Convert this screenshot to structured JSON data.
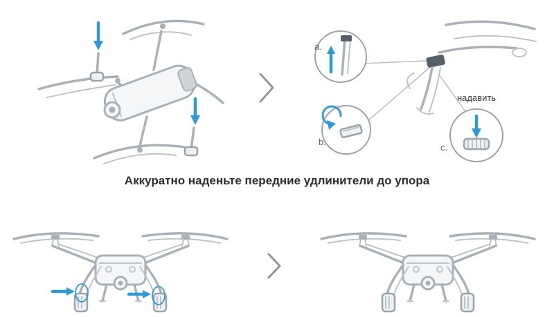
{
  "caption": "Аккуратно наденьте передние удлинители до упора",
  "callouts": {
    "a": "a.",
    "b": "b.",
    "c": "c.",
    "press_label": "надавить"
  },
  "figures": {
    "step1_before": "drone-perspective-attach-front-extensions",
    "step1_detail": "attachment-detail-callouts",
    "step2_before": "drone-front-view-attach-arrows",
    "step2_after": "drone-front-view-extensions-installed"
  },
  "icons": {
    "chevron": "chevron-right",
    "down_arrow": "blue-down-arrow",
    "rotate_arrow": "blue-rotate-arrow"
  },
  "colors": {
    "accent_blue": "#2f9bd6",
    "line_gray": "#a9b1b8",
    "dark_part": "#55606b",
    "text": "#2d2d2d",
    "background": "#ffffff"
  }
}
